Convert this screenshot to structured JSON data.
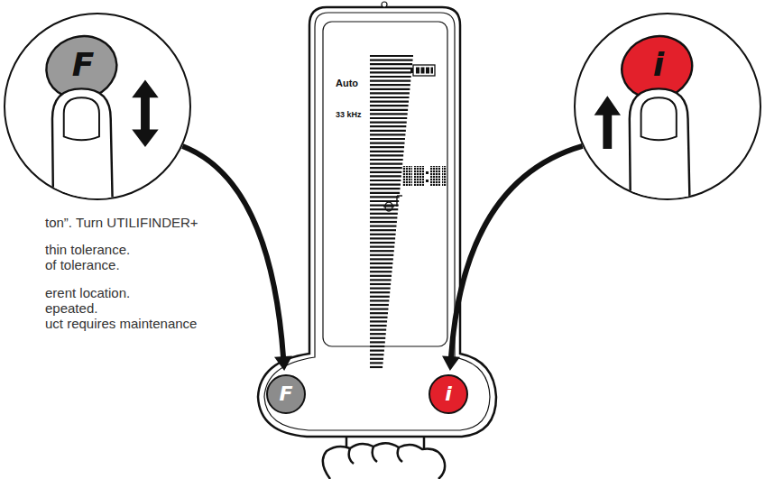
{
  "diagram": {
    "nodes": [
      {
        "text": [
          "F"
        ]
      },
      {
        "text": [
          "F"
        ]
      },
      {
        "text": [
          "i"
        ]
      },
      {
        "text": [
          "i"
        ]
      }
    ],
    "edges": [
      {
        "from": 0,
        "to": 1,
        "arrow": "to"
      },
      {
        "from": 3,
        "to": 2,
        "arrow": "to"
      }
    ],
    "labels": [
      "Auto",
      "33 kHz",
      "ton”. Turn UTILIFINDER+",
      "thin tolerance.",
      "of tolerance.",
      "erent location.",
      "epeated.",
      "uct requires maintenance"
    ]
  }
}
